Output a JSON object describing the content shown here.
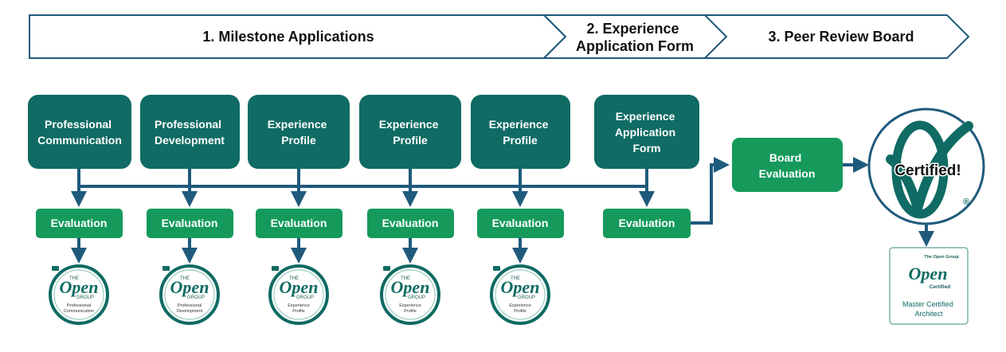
{
  "colors": {
    "dark_teal": "#0f6b63",
    "green": "#159a5c",
    "connector": "#1f5a7c",
    "outline": "#1f5a7c"
  },
  "phases": [
    {
      "label": "1. Milestone Applications"
    },
    {
      "label_lines": [
        "2. Experience",
        "Application Form"
      ]
    },
    {
      "label": "3. Peer Review Board"
    }
  ],
  "top_boxes": [
    {
      "lines": [
        "Professional",
        "Communication"
      ]
    },
    {
      "lines": [
        "Professional",
        "Development"
      ]
    },
    {
      "lines": [
        "Experience",
        "Profile"
      ]
    },
    {
      "lines": [
        "Experience",
        "Profile"
      ]
    },
    {
      "lines": [
        "Experience",
        "Profile"
      ]
    },
    {
      "lines": [
        "Experience",
        "Application",
        "Form"
      ]
    }
  ],
  "evaluation_label": "Evaluation",
  "board": {
    "lines": [
      "Board",
      "Evaluation"
    ]
  },
  "certified_label": "Certified!",
  "registered_mark": "®",
  "badges": [
    {
      "lines": [
        "Professional",
        "Communication"
      ]
    },
    {
      "lines": [
        "Professional",
        "Development"
      ]
    },
    {
      "lines": [
        "Experience",
        "Profile"
      ]
    },
    {
      "lines": [
        "Experience",
        "Profile"
      ]
    },
    {
      "lines": [
        "Experience",
        "Profile"
      ]
    }
  ],
  "badge_brand": {
    "the": "THE",
    "open": "Open",
    "group": "GROUP"
  },
  "certificate": {
    "top": "The Open Group",
    "open": "Open",
    "certified": "Certified",
    "lines": [
      "Master Certified",
      "Architect"
    ]
  },
  "icons": [
    "connector-arrow",
    "open-group-logo-check",
    "badge-seal"
  ]
}
